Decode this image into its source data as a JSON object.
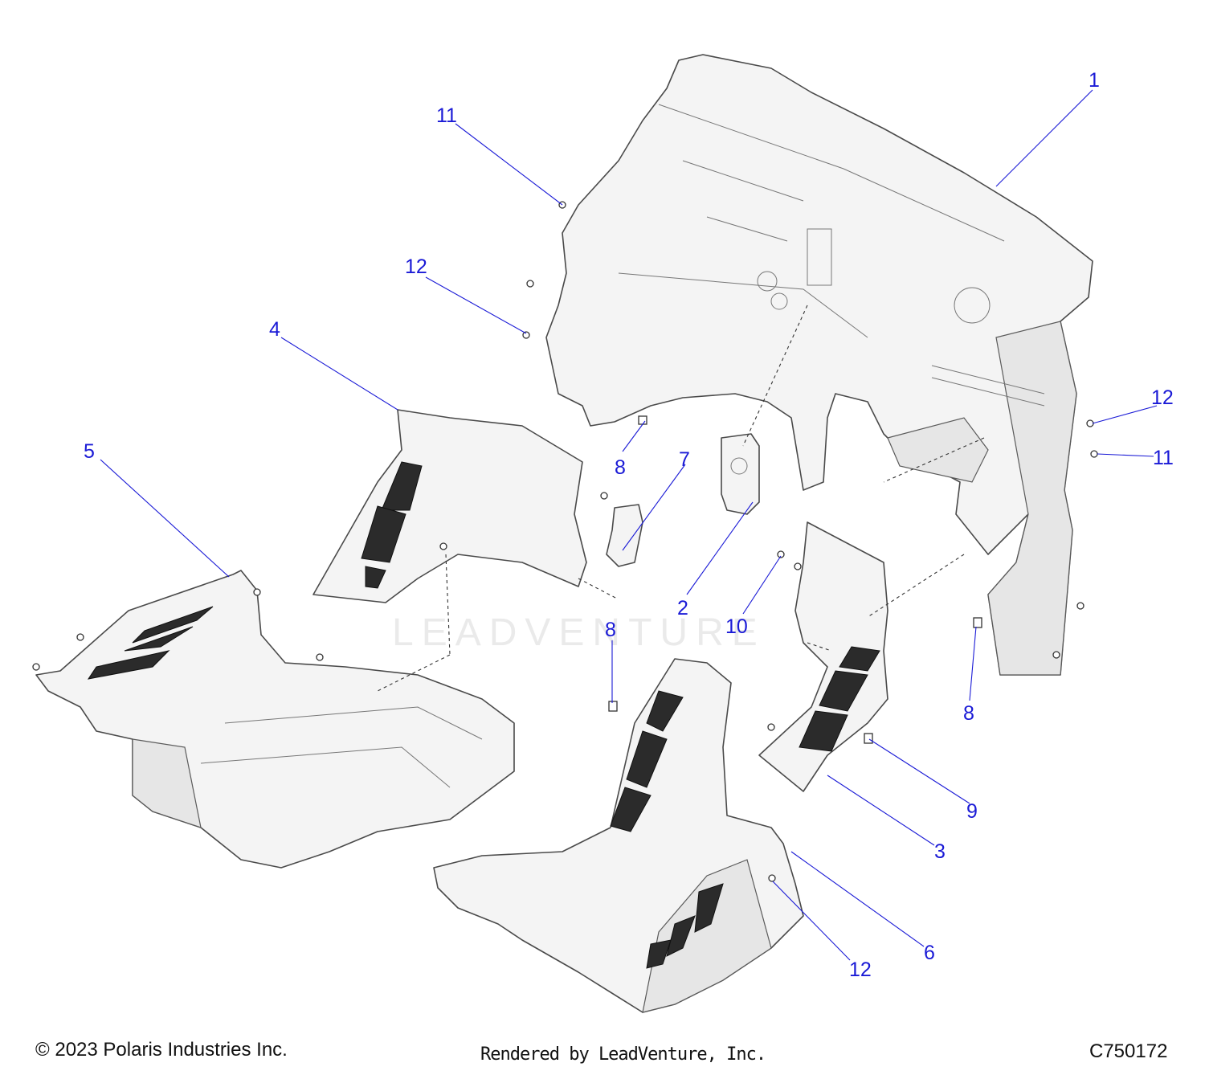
{
  "callouts": {
    "c1": "1",
    "c2": "2",
    "c3": "3",
    "c4": "4",
    "c5": "5",
    "c6": "6",
    "c7": "7",
    "c8a": "8",
    "c8b": "8",
    "c8c": "8",
    "c9": "9",
    "c10": "10",
    "c11a": "11",
    "c11b": "11",
    "c12a": "12",
    "c12b": "12",
    "c12c": "12"
  },
  "watermark": "LEADVENTURE",
  "footer": {
    "copyright": "© 2023 Polaris Industries Inc.",
    "rendered_by": "Rendered by LeadVenture, Inc.",
    "diagram_code": "C750172"
  },
  "colors": {
    "callout": "#1a1ad6",
    "line": "#4a4a4a",
    "mesh": "#2b2b2b"
  }
}
